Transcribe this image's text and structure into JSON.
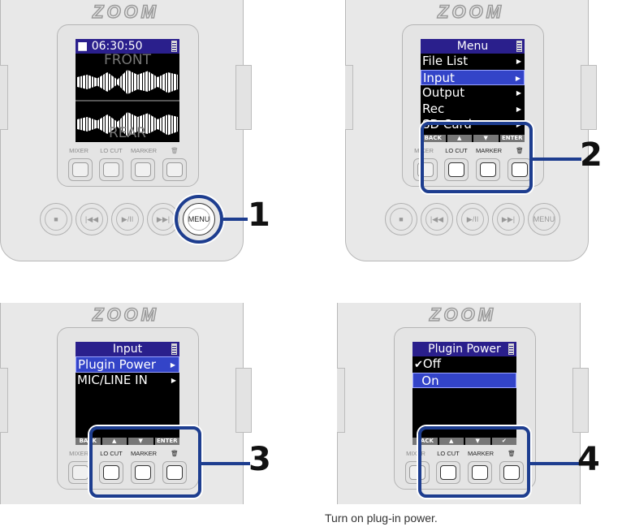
{
  "logo": "ZOOM",
  "buttons": {
    "mixer": "MIXER",
    "locut": "LO CUT",
    "marker": "MARKER",
    "trash": "🗑",
    "menu": "MENU",
    "stop": "■",
    "rew": "|◀◀",
    "play": "▶/II",
    "ff": "▶▶|"
  },
  "panel1": {
    "step": "1",
    "time": "06:30:50",
    "front": "FRONT",
    "rear": "REAR",
    "highlight_color": "#1d3d8f"
  },
  "panel2": {
    "step": "2",
    "title": "Menu",
    "items": [
      "File List",
      "Input",
      "Output",
      "Rec",
      "SD Card"
    ],
    "selected": "Input",
    "fkeys": [
      "BACK",
      "▲",
      "▼",
      "ENTER"
    ]
  },
  "panel3": {
    "step": "3",
    "title": "Input",
    "items": [
      "Plugin Power",
      "MIC/LINE IN"
    ],
    "selected": "Plugin Power",
    "fkeys": [
      "BACK",
      "▲",
      "▼",
      "ENTER"
    ]
  },
  "panel4": {
    "step": "4",
    "title": "Plugin Power",
    "items": [
      "Off",
      "On"
    ],
    "checked": "Off",
    "selected": "On",
    "fkeys": [
      "BACK",
      "▲",
      "▼",
      "✔"
    ]
  },
  "caption": "Turn on plug-in power."
}
